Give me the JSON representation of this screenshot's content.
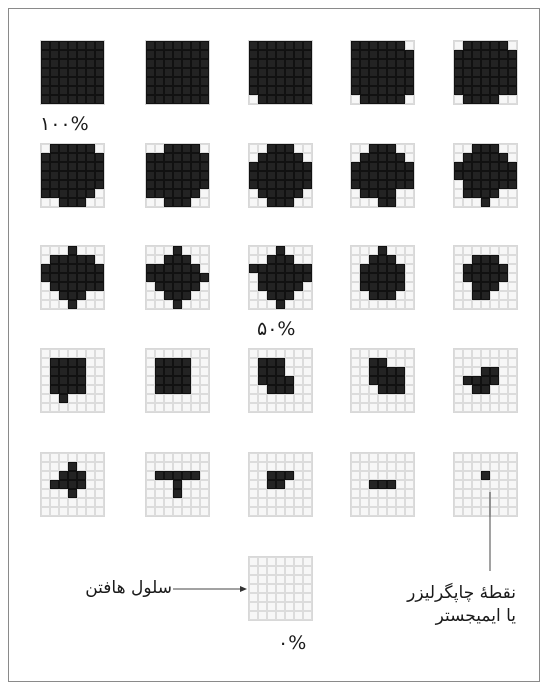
{
  "labels": {
    "p100": "۱۰۰%",
    "p50": "۵۰%",
    "p0": "۰%",
    "halftone_cell": "سلول هافتن",
    "printer_dot_line1": "نقطهٔ چاپگرلیزر",
    "printer_dot_line2": "یا ایمیجستر"
  },
  "dot_color": "#232323",
  "grid_size": 7,
  "patterns": [
    [
      "1111111",
      "1111111",
      "1111111",
      "1111111",
      "1111111",
      "1111111",
      "1111111"
    ],
    [
      "1111111",
      "1111111",
      "1111111",
      "1111111",
      "1111111",
      "1111111",
      "1111111"
    ],
    [
      "1111111",
      "1111111",
      "1111111",
      "1111111",
      "1111111",
      "1111111",
      "0111111"
    ],
    [
      "1111110",
      "1111111",
      "1111111",
      "1111111",
      "1111111",
      "1111111",
      "0111110"
    ],
    [
      "0111110",
      "1111111",
      "1111111",
      "1111111",
      "1111111",
      "1111111",
      "0111100"
    ],
    [
      "0111110",
      "1111111",
      "1111111",
      "1111111",
      "1111111",
      "1111110",
      "0011100"
    ],
    [
      "0011110",
      "1111111",
      "1111111",
      "1111111",
      "1111111",
      "1111110",
      "0011100"
    ],
    [
      "0011100",
      "0111110",
      "1111111",
      "1111111",
      "1111111",
      "0111110",
      "0011100"
    ],
    [
      "0011100",
      "0111110",
      "1111111",
      "1111111",
      "1111111",
      "0111100",
      "0001100"
    ],
    [
      "0011100",
      "0111110",
      "1111111",
      "1111111",
      "0111111",
      "0111100",
      "0001000"
    ],
    [
      "0001000",
      "0111110",
      "1111111",
      "1111111",
      "0111111",
      "0011100",
      "0001000"
    ],
    [
      "0001000",
      "0011100",
      "1111110",
      "1111111",
      "0111110",
      "0011100",
      "0001000"
    ],
    [
      "0001000",
      "0011100",
      "1111111",
      "0111111",
      "0111110",
      "0011100",
      "0001000"
    ],
    [
      "0001000",
      "0011100",
      "0111110",
      "0111110",
      "0111110",
      "0011100",
      "0000000"
    ],
    [
      "0000000",
      "0011100",
      "0111110",
      "0111110",
      "0011100",
      "0011000",
      "0000000"
    ],
    [
      "0000000",
      "0111100",
      "0111100",
      "0111100",
      "0111100",
      "0010000",
      "0000000"
    ],
    [
      "0000000",
      "0111100",
      "0111100",
      "0111100",
      "0111100",
      "0000000",
      "0000000"
    ],
    [
      "0000000",
      "0111000",
      "0111000",
      "0111100",
      "0011100",
      "0000000",
      "0000000"
    ],
    [
      "0000000",
      "0011000",
      "0011110",
      "0011110",
      "0001110",
      "0000000",
      "0000000"
    ],
    [
      "0000000",
      "0000000",
      "0001100",
      "0111100",
      "0011000",
      "0000000",
      "0000000"
    ],
    [
      "0000000",
      "0001000",
      "0011100",
      "0111100",
      "0001000",
      "0000000",
      "0000000"
    ],
    [
      "0000000",
      "0000000",
      "0111110",
      "0001000",
      "0001000",
      "0000000",
      "0000000"
    ],
    [
      "0000000",
      "0000000",
      "0011100",
      "0011000",
      "0000000",
      "0000000",
      "0000000"
    ],
    [
      "0000000",
      "0000000",
      "0000000",
      "0011100",
      "0000000",
      "0000000",
      "0000000"
    ],
    [
      "0000000",
      "0000000",
      "0001000",
      "0000000",
      "0000000",
      "0000000",
      "0000000"
    ],
    [
      "0000000",
      "0000000",
      "0000000",
      "0000000",
      "0000000",
      "0000000",
      "0000000"
    ]
  ]
}
